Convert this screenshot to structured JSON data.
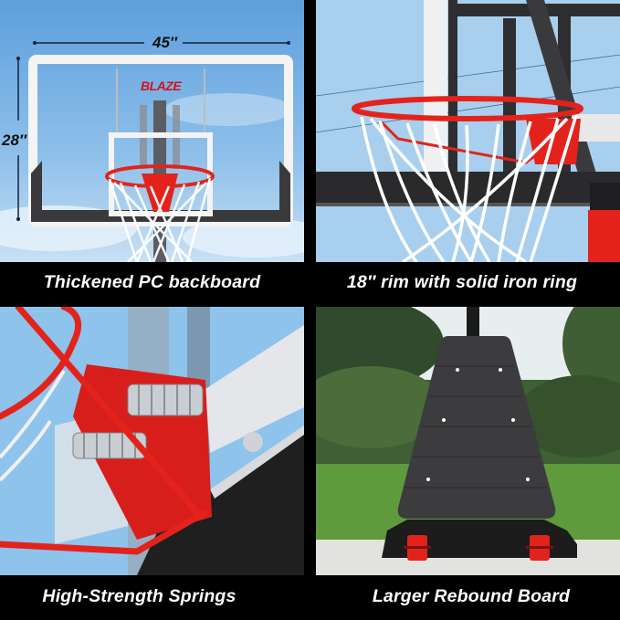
{
  "panels": [
    {
      "id": "backboard",
      "caption": "Thickened PC backboard",
      "dimensions": {
        "width_label": "45″",
        "height_label": "28″"
      },
      "logo_text": "BLAZE"
    },
    {
      "id": "rim",
      "caption": "18″ rim with solid iron ring"
    },
    {
      "id": "springs",
      "caption": "High-Strength Springs"
    },
    {
      "id": "base",
      "caption": "Larger Rebound Board"
    }
  ],
  "colors": {
    "caption_background": "#000000",
    "caption_text": "#ffffff",
    "rim_red": "#e3231b",
    "sky_blue": "#a8cfee",
    "board_black": "#2b2b2b"
  }
}
